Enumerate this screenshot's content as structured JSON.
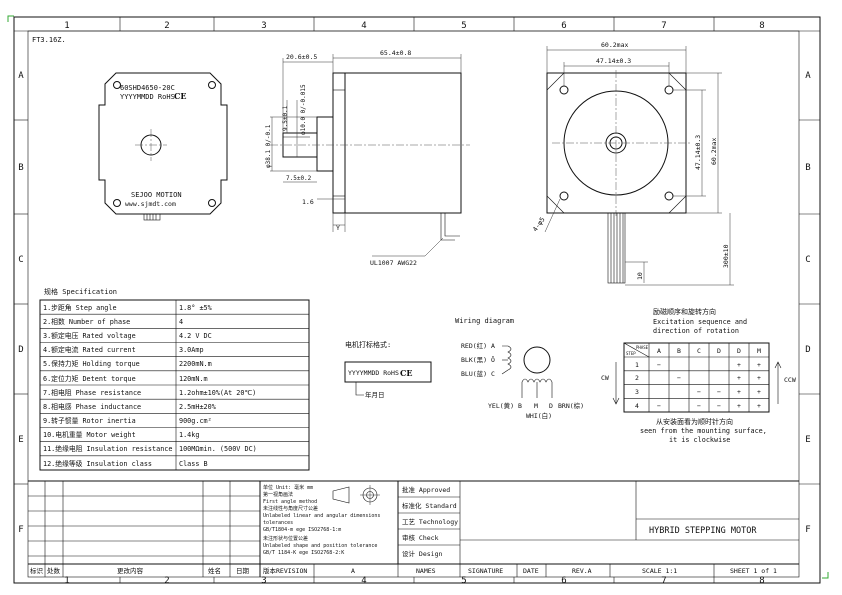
{
  "sheet": {
    "drawing_no": "FT3.16Z.",
    "column_markers": [
      "1",
      "2",
      "3",
      "4",
      "5",
      "6",
      "7",
      "8"
    ],
    "row_markers": [
      "A",
      "B",
      "C",
      "D",
      "E",
      "F"
    ]
  },
  "front_view": {
    "model": "60SHD4650-20C",
    "date_line": "YYYYMMDD RoHS",
    "ce": "CE",
    "brand": "SEJOO MOTION",
    "website": "www.sjmdt.com"
  },
  "side_view": {
    "dim_shaft_length": "20.6±0.5",
    "dim_body_length": "65.4±0.8",
    "dim_flat": "9.5±0.1",
    "dim_shaft_dia": "φ10.0 0/-0.015",
    "dim_pilot_dia": "φ38.1 0/-0.1",
    "dim_pilot_len": "7.5±0.2",
    "dim_flange": "1.6",
    "dim_y": "Y",
    "cable_spec": "UL1007 AWG22"
  },
  "end_view": {
    "dim_overall_w": "60.2max",
    "dim_hole_pitch_h": "47.14±0.3",
    "dim_hole_pitch_v": "47.14±0.3",
    "dim_overall_h": "60.2max",
    "dim_holes": "4-φ5",
    "dim_lead_length": "300±10",
    "dim_lead_strip": "10"
  },
  "spec_table": {
    "title": "规格 Specification",
    "rows": [
      {
        "label": "1.步距角 Step angle",
        "value": "1.8° ±5%"
      },
      {
        "label": "2.相数 Number of phase",
        "value": "4"
      },
      {
        "label": "3.额定电压 Rated voltage",
        "value": "4.2 V DC"
      },
      {
        "label": "4.额定电流 Rated current",
        "value": "3.0Amp"
      },
      {
        "label": "5.保持力矩 Holding torque",
        "value": "2200mN.m"
      },
      {
        "label": "6.定位力矩 Detent torque",
        "value": "120mN.m"
      },
      {
        "label": "7.相电阻 Phase resistance",
        "value": "1.2ohm±10%(At 20℃)"
      },
      {
        "label": "8.相电感 Phase inductance",
        "value": "2.5mH±20%"
      },
      {
        "label": "9.转子惯量 Rotor inertia",
        "value": "900g.cm²"
      },
      {
        "label": "10.电机重量 Motor weight",
        "value": "1.4kg"
      },
      {
        "label": "11.绝缘电阻 Insulation resistance",
        "value": "100MΩmin. (500V DC)"
      },
      {
        "label": "12.绝缘等级 Insulation class",
        "value": "Class B"
      }
    ]
  },
  "marking": {
    "title": "电机打标格式:",
    "line": "YYYYMMDD RoHS",
    "ce": "CE",
    "note": "年月日"
  },
  "wiring": {
    "title": "Wiring diagram",
    "red": "RED(红) A",
    "blk": "BLK(黑) Ō",
    "blu": "BLU(蓝) C",
    "yel": "YEL(黄) B",
    "m": "M",
    "d": "D",
    "brn": "BRN(棕)",
    "whi": "WHI(白)"
  },
  "excitation": {
    "title_cn": "励磁顺序和旋转方向",
    "title_en1": "Excitation sequence and",
    "title_en2": "direction of rotation",
    "corner_top": "PHASE",
    "corner_bottom": "STEP",
    "headers": [
      "A",
      "B",
      "C",
      "D",
      "D",
      "M"
    ],
    "rows": [
      {
        "step": "1",
        "cells": [
          "−",
          "",
          "",
          "",
          "+",
          "+"
        ]
      },
      {
        "step": "2",
        "cells": [
          "",
          "−",
          "",
          "",
          "+",
          "+"
        ]
      },
      {
        "step": "3",
        "cells": [
          "",
          "",
          "−",
          "−",
          "+",
          "+"
        ]
      },
      {
        "step": "4",
        "cells": [
          "−",
          "",
          "−",
          "−",
          "+",
          "+"
        ]
      }
    ],
    "cw": "CW",
    "ccw": "CCW",
    "note_cn": "从安装面看为顺时针方向",
    "note_en1": "seen from the mounting surface,",
    "note_en2": "it is clockwise"
  },
  "title_block": {
    "tolerance_lines": [
      "单位 Unit: 毫米 mm",
      "第一视角画法",
      "First angle method",
      "未注线性与角度尺寸公差",
      "Unlabeled linear and angular dimensions",
      "tolerances",
      "GB/T1804-m  ege ISO2768-1:m",
      "未注形状与位置公差",
      "Unlabeled shape and position tolerance",
      "GB/T 1184-K  ege ISO2768-2:K"
    ],
    "approvals": [
      "批准 Approved",
      "标准化 Standard",
      "工艺 Technology",
      "审核 Check",
      "设计 Design"
    ],
    "title": "HYBRID STEPPING MOTOR",
    "revision_labels": [
      "标识",
      "处数",
      "更改内容",
      "姓名",
      "日期"
    ],
    "bottom_labels": [
      "版本REVISION",
      "A",
      "NAMES",
      "SIGNATURE",
      "DATE",
      "REV.A",
      "SCALE 1:1",
      "SHEET 1 of 1"
    ]
  }
}
